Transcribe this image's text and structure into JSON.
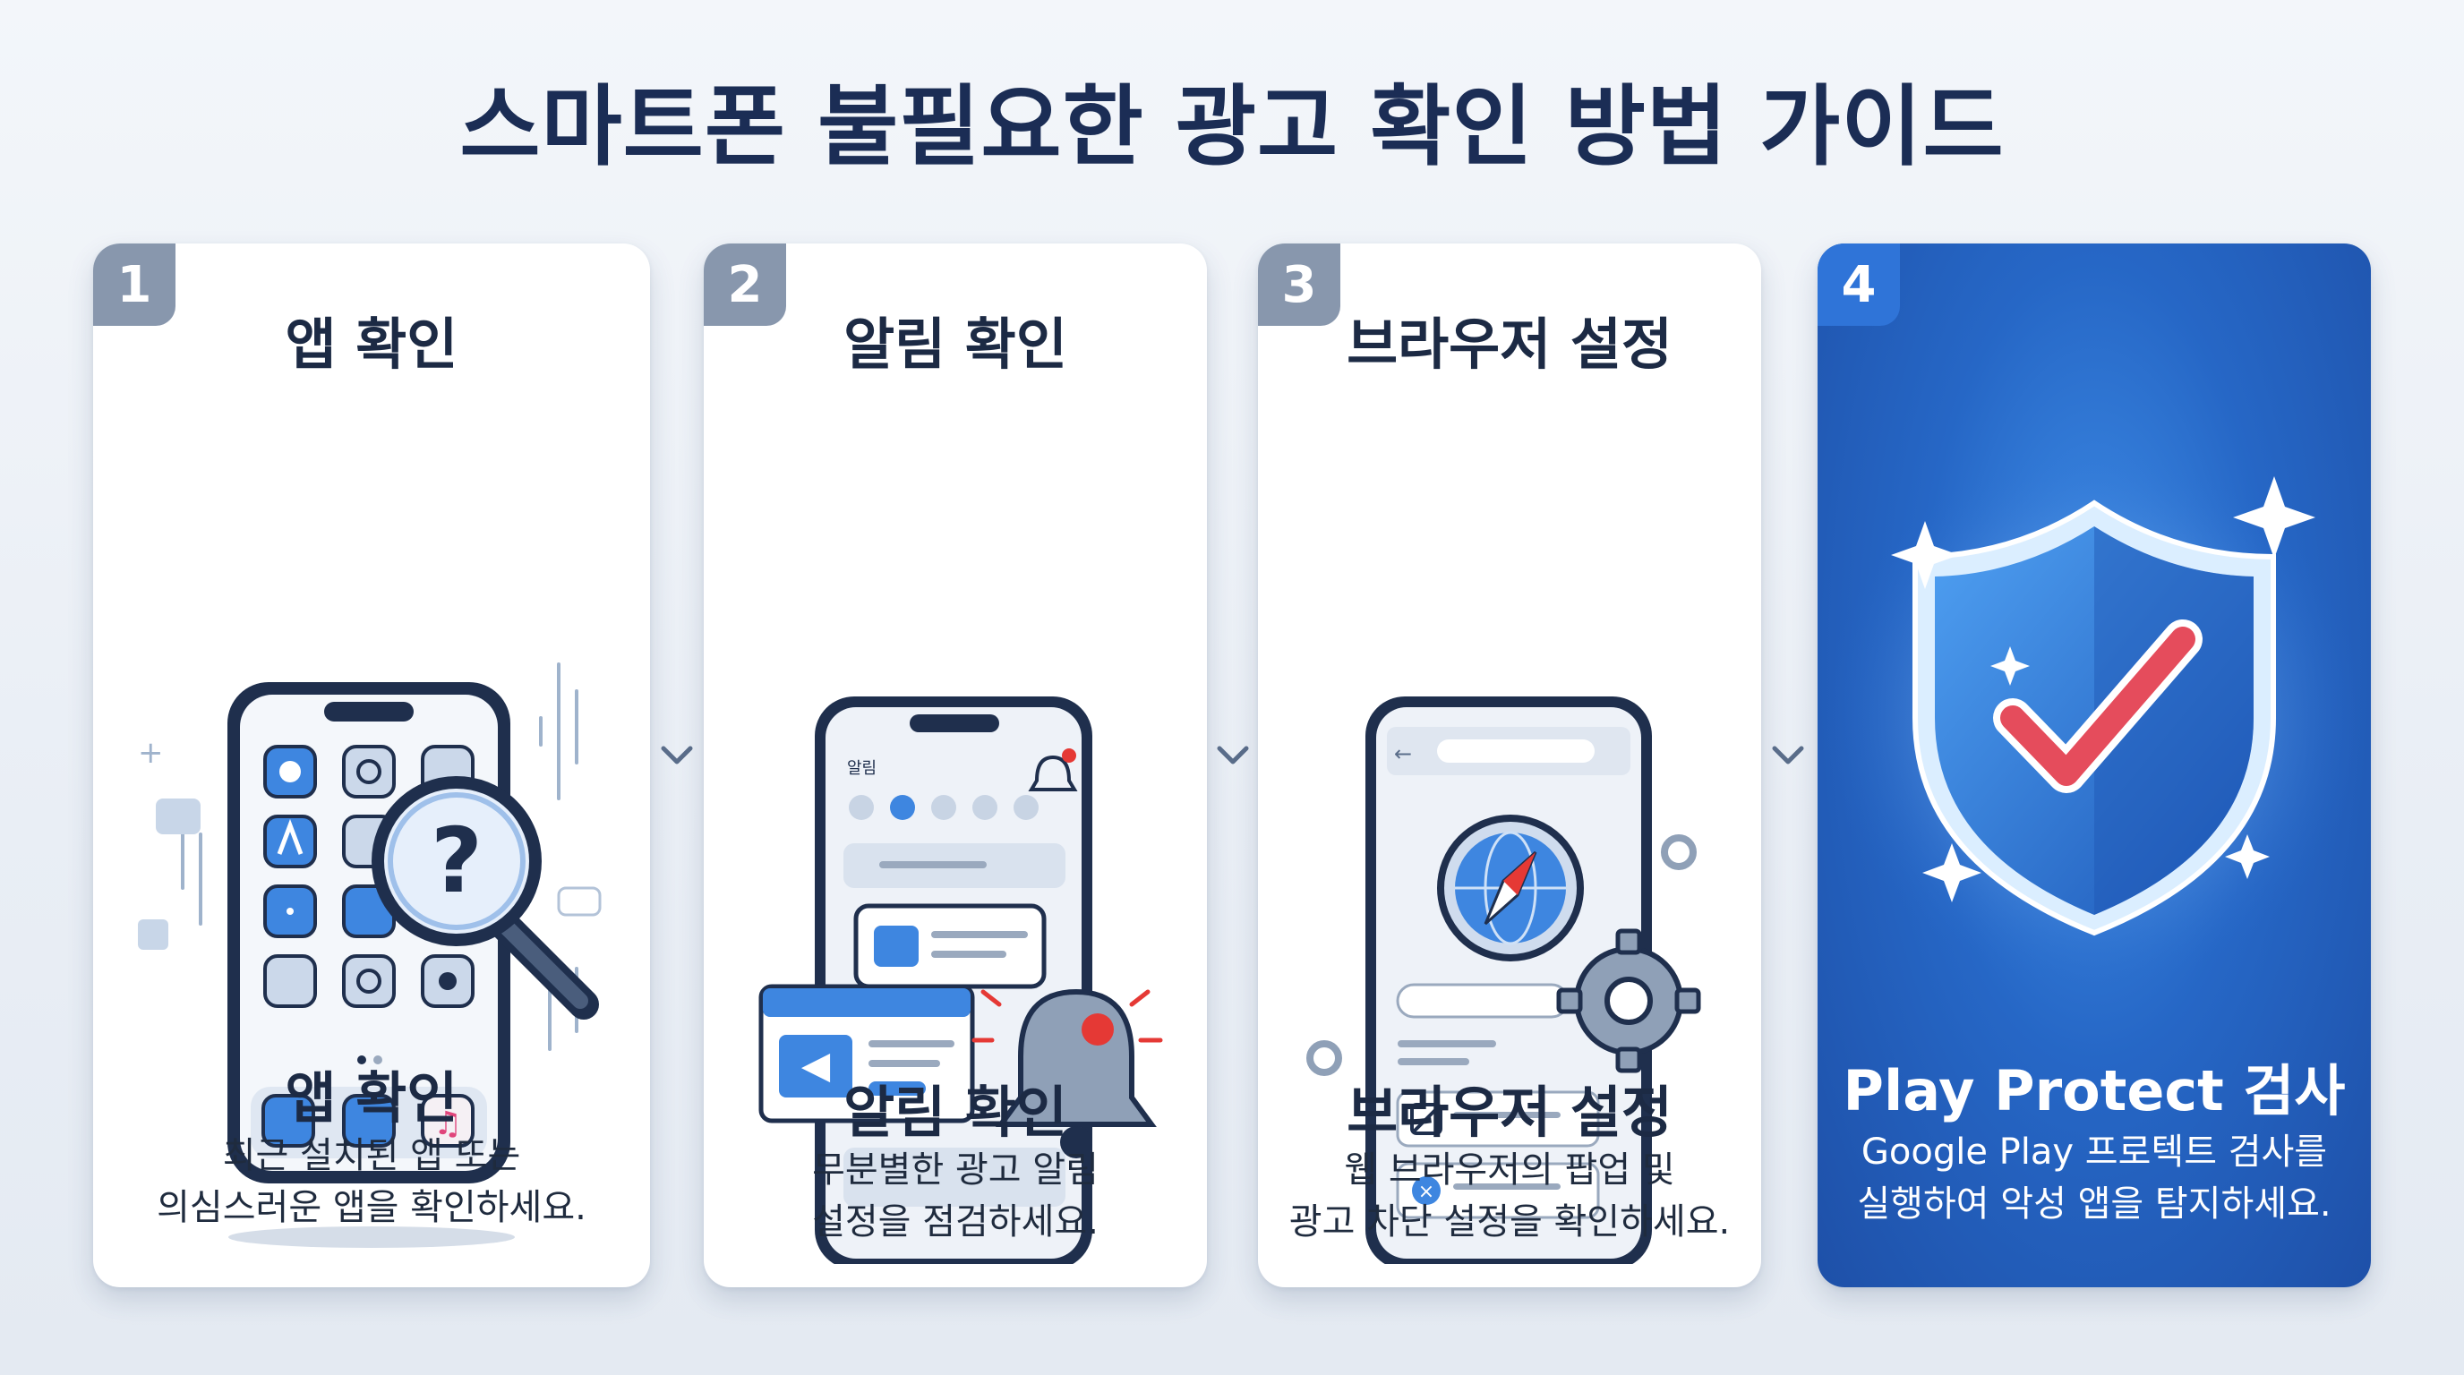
{
  "title": "스마트폰 불필요한 광고 확인 방법 가이드",
  "steps": [
    {
      "number": "1",
      "top_title": "앱 확인",
      "title": "앱 확인",
      "desc": [
        "최근 설치된 앱 또는",
        "의심스러운 앱을 확인하세요."
      ]
    },
    {
      "number": "2",
      "top_title": "알림 확인",
      "title": "알림 확인",
      "desc": [
        "무분별한 광고 알림",
        "설정을 점검하세요."
      ],
      "screen_label": "알림"
    },
    {
      "number": "3",
      "top_title": "브라우저 설정",
      "title": "브라우저 설정",
      "desc": [
        "웹 브라우저의 팝업 및",
        "광고 차단 설정을 확인하세요."
      ]
    },
    {
      "number": "4",
      "title": "Play Protect 검사",
      "desc": [
        "Google Play 프로텍트 검사를",
        "실행하여 악성 앱을 탐지하세요."
      ]
    }
  ],
  "icons": {
    "step1": [
      "settings-app-icon",
      "contacts-app-icon",
      "gauge-app-icon",
      "app-store-icon",
      "grid-app-icon",
      "search-app-icon",
      "chat-app-icon",
      "gear-app-icon",
      "sun-app-icon",
      "phone-icon",
      "message-icon",
      "music-icon",
      "magnifier-question-icon"
    ],
    "step2": [
      "bell-icon",
      "megaphone-icon",
      "notification-dot-icon"
    ],
    "step3": [
      "compass-globe-icon",
      "gear-icon",
      "block-icon",
      "close-circle-icon"
    ],
    "step4": [
      "shield-check-icon",
      "sparkle-icon"
    ]
  },
  "colors": {
    "title": "#1b2d55",
    "badge": "#8897ad",
    "badge_active": "#2f74d8",
    "accent_blue": "#2f7ad9",
    "shield_blue": "#2667c6",
    "alert_red": "#e53935"
  }
}
